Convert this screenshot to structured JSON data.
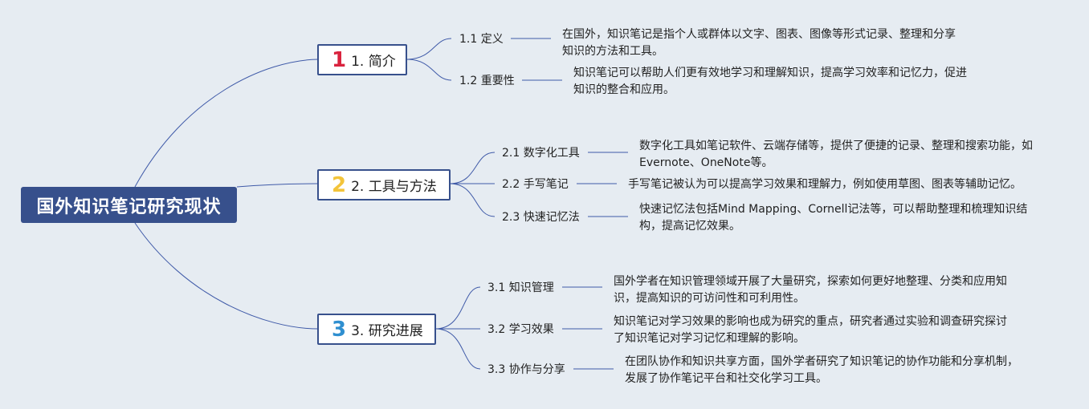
{
  "root": {
    "title": "国外知识笔记研究现状"
  },
  "branches": [
    {
      "number": "1",
      "label": "1. 简介",
      "children": [
        {
          "label": "1.1 定义",
          "detail": "在国外，知识笔记是指个人或群体以文字、图表、图像等形式记录、整理和分享知识的方法和工具。"
        },
        {
          "label": "1.2 重要性",
          "detail": "知识笔记可以帮助人们更有效地学习和理解知识，提高学习效率和记忆力，促进知识的整合和应用。"
        }
      ]
    },
    {
      "number": "2",
      "label": "2. 工具与方法",
      "children": [
        {
          "label": "2.1 数字化工具",
          "detail": "数字化工具如笔记软件、云端存储等，提供了便捷的记录、整理和搜索功能，如Evernote、OneNote等。"
        },
        {
          "label": "2.2 手写笔记",
          "detail": "手写笔记被认为可以提高学习效果和理解力，例如使用草图、图表等辅助记忆。"
        },
        {
          "label": "2.3 快速记忆法",
          "detail": "快速记忆法包括Mind Mapping、Cornell记法等，可以帮助整理和梳理知识结构，提高记忆效果。"
        }
      ]
    },
    {
      "number": "3",
      "label": "3. 研究进展",
      "children": [
        {
          "label": "3.1 知识管理",
          "detail": "国外学者在知识管理领域开展了大量研究，探索如何更好地整理、分类和应用知识，提高知识的可访问性和可利用性。"
        },
        {
          "label": "3.2 学习效果",
          "detail": "知识笔记对学习效果的影响也成为研究的重点，研究者通过实验和调查研究探讨了知识笔记对学习记忆和理解的影响。"
        },
        {
          "label": "3.3 协作与分享",
          "detail": "在团队协作和知识共享方面，国外学者研究了知识笔记的协作功能和分享机制，发展了协作笔记平台和社交化学习工具。"
        }
      ]
    }
  ],
  "colors": {
    "background": "#e6ecf2",
    "root_fill": "#37508c",
    "line": "#3f5aa8",
    "number_1": "#d9233e",
    "number_2": "#f3c43a",
    "number_3": "#2f8fd0"
  }
}
